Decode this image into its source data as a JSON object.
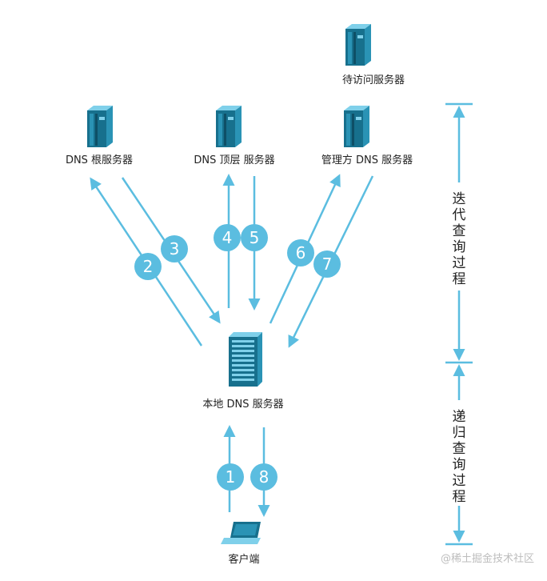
{
  "nodes": {
    "target_server": "待访问服务器",
    "root_dns": "DNS  根服务器",
    "tld_dns": "DNS  顶层  服务器",
    "auth_dns": "管理方  DNS  服务器",
    "local_dns": "本地  DNS  服务器",
    "client": "客户端"
  },
  "steps": [
    "1",
    "2",
    "3",
    "4",
    "5",
    "6",
    "7",
    "8"
  ],
  "phases": {
    "iterative": [
      "迭",
      "代",
      "查",
      "询",
      "过",
      "程"
    ],
    "recursive": [
      "递",
      "归",
      "查",
      "询",
      "过",
      "程"
    ]
  },
  "watermark": "@稀土掘金技术社区",
  "colors": {
    "accent": "#5bbde0",
    "server_dark": "#17708d",
    "server_mid": "#2a93b5",
    "server_light": "#7fd0ea"
  }
}
